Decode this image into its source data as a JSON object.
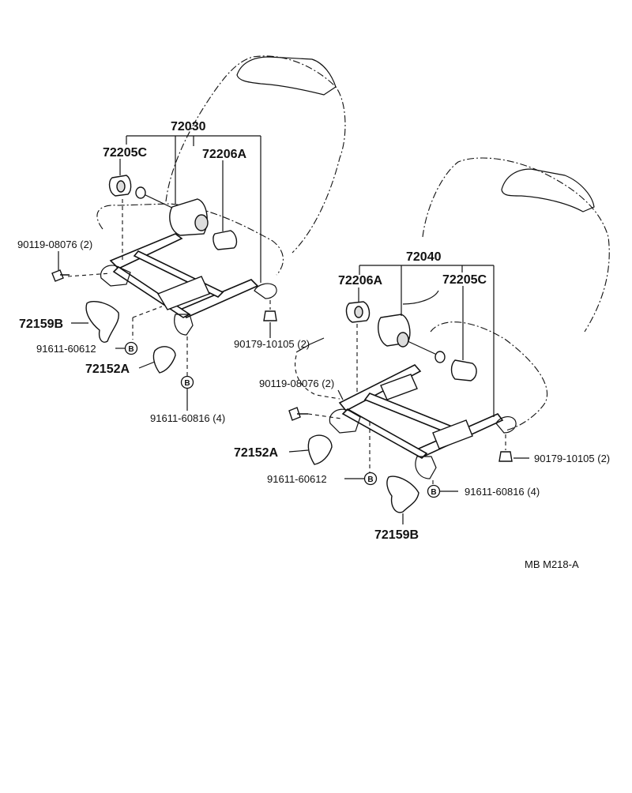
{
  "diagram": {
    "labels": {
      "asm_left": "72030",
      "asm_right": "72040",
      "motor_left": "72205C",
      "motor_right": "72205C",
      "switch_left": "72206A",
      "switch_right": "72206A",
      "screw_left": "90119-08076 (2)",
      "screw_right": "90119-08076 (2)",
      "cover_b_left": "72159B",
      "cover_b_right": "72159B",
      "cover_a_left": "72152A",
      "cover_a_right": "72152A",
      "bolt_small_left": "91611-60612",
      "bolt_small_right": "91611-60612",
      "bolt_big_left": "91611-60816 (4)",
      "bolt_big_right": "91611-60816 (4)",
      "nut_left": "90179-10105 (2)",
      "nut_right": "90179-10105 (2)",
      "bubble_letter": "B",
      "ref_code": "MB  M218-A"
    }
  }
}
